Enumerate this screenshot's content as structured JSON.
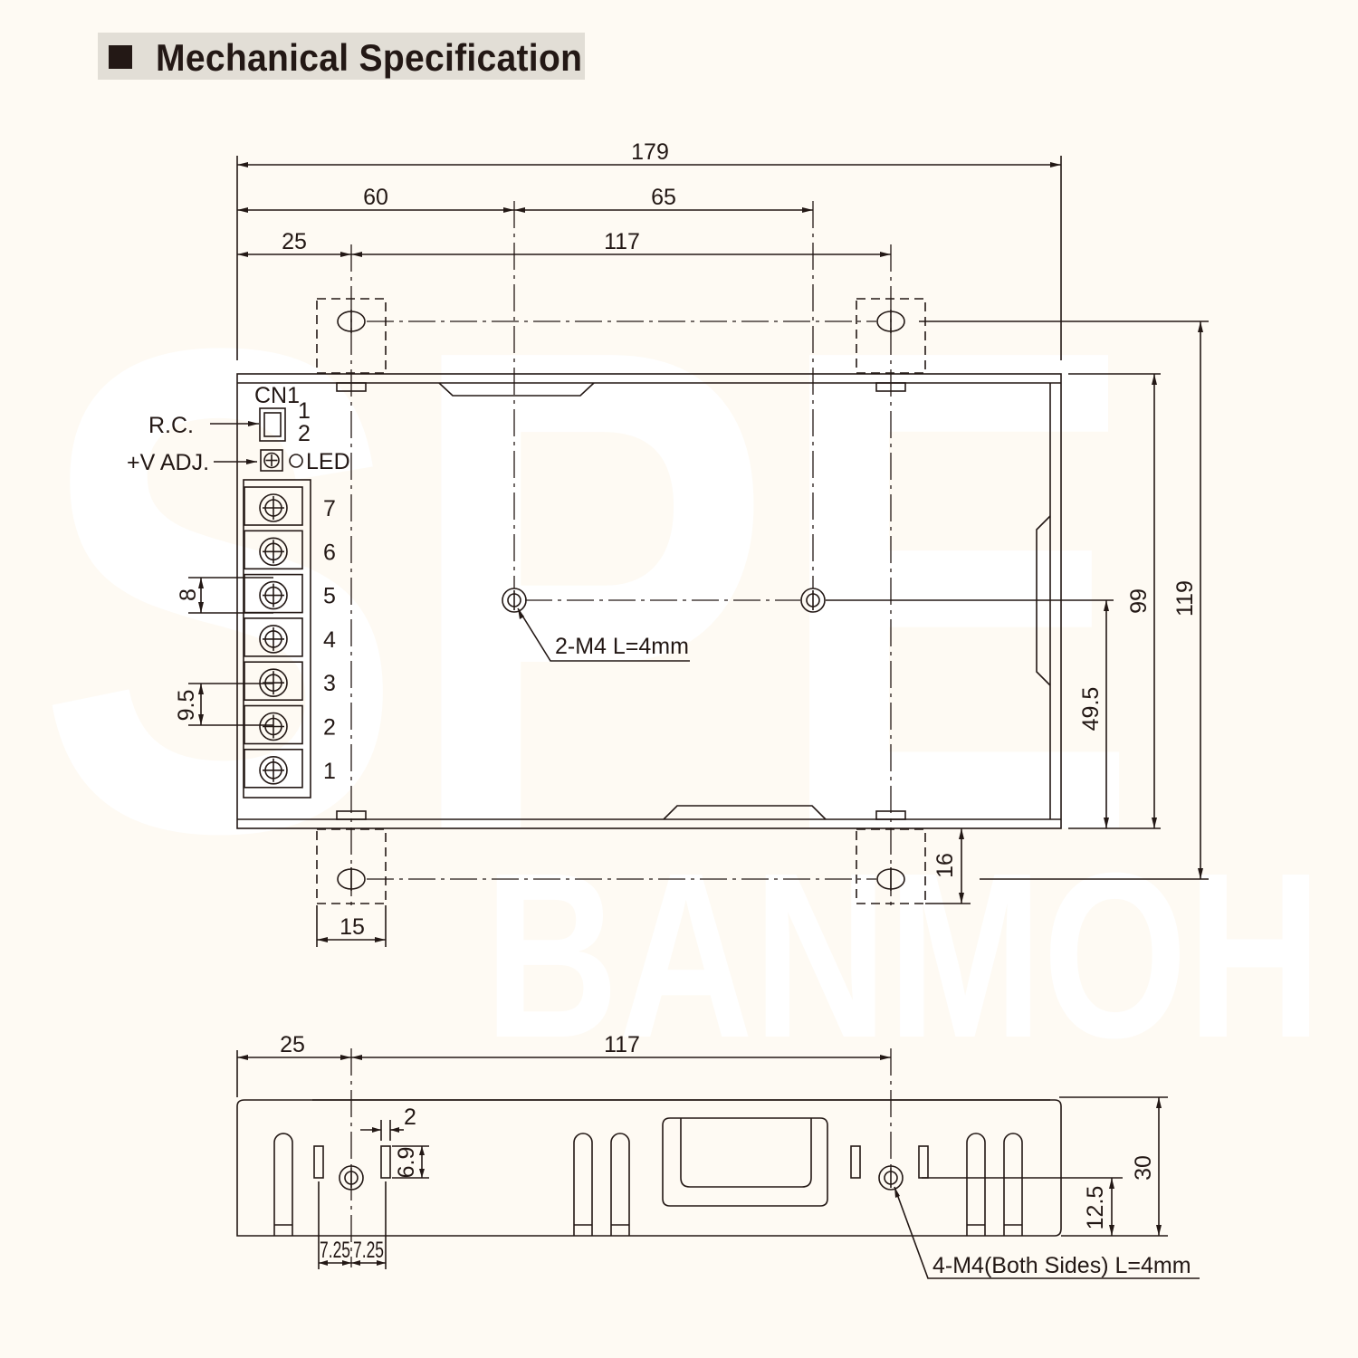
{
  "header": {
    "title": "Mechanical Specification"
  },
  "watermark": {
    "large": "SPE",
    "small": "BANMOH"
  },
  "top_view": {
    "dims": {
      "overall_length": "179",
      "hole_x1": "60",
      "hole_spacing_mid": "65",
      "edge_to_tab": "25",
      "tab_spacing": "117",
      "body_height": "99",
      "tab_height": "119",
      "hole_height": "49.5",
      "tab_offset": "16",
      "tab_width": "15",
      "terminal_pitch": "8",
      "terminal_offset": "9.5"
    },
    "labels": {
      "cn1": "CN1",
      "cn1_pin1": "1",
      "cn1_pin2": "2",
      "rc": "R.C.",
      "vadj": "+V ADJ.",
      "led": "LED",
      "mount_note": "2-M4 L=4mm"
    },
    "terminals": [
      "7",
      "6",
      "5",
      "4",
      "3",
      "2",
      "1"
    ]
  },
  "side_view": {
    "dims": {
      "edge_to_tab": "25",
      "tab_spacing": "117",
      "slot_width": "2",
      "slot_height": "6.9",
      "height": "30",
      "hole_height": "12.5",
      "left_offset": "7.25",
      "right_offset": "7.25"
    },
    "labels": {
      "mount_note": "4-M4(Both Sides) L=4mm"
    }
  }
}
